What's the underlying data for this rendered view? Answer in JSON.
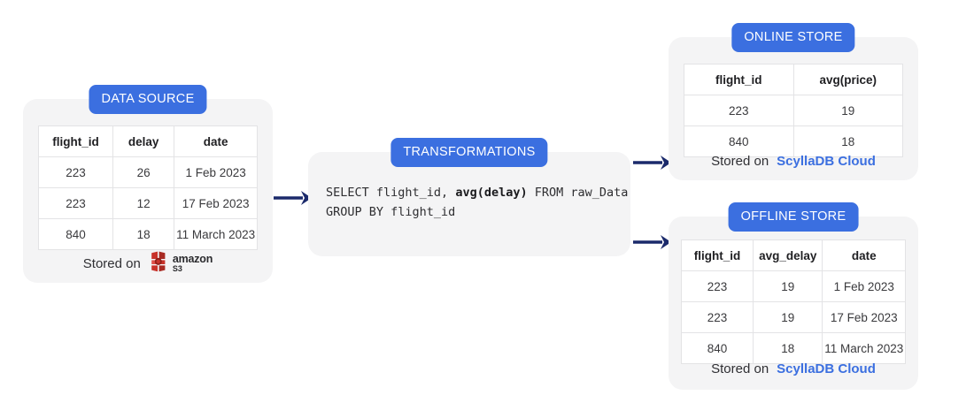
{
  "colors": {
    "badge_blue": "#3b6fe0",
    "brand_blue": "#3b6fe0",
    "card_gray": "#f4f4f5",
    "arrow_navy": "#1b2a6b",
    "s3_red": "#c8322a",
    "table_border": "#e3e3e5"
  },
  "data_source": {
    "badge": "DATA SOURCE",
    "table": {
      "columns": [
        "flight_id",
        "delay",
        "date"
      ],
      "rows": [
        [
          "223",
          "26",
          "1 Feb 2023"
        ],
        [
          "223",
          "12",
          "17 Feb 2023"
        ],
        [
          "840",
          "18",
          "11 March 2023"
        ]
      ]
    },
    "footer": {
      "prefix": "Stored on",
      "logo_name": "amazon-s3-logo",
      "logo_line1": "amazon",
      "logo_line2": "S3"
    }
  },
  "transformations": {
    "badge": "TRANSFORMATIONS",
    "sql_line1_pre": "SELECT flight_id, ",
    "sql_line1_bold": "avg(delay)",
    "sql_line1_post": " FROM raw_Data",
    "sql_line2": "GROUP BY flight_id"
  },
  "online_store": {
    "badge": "ONLINE STORE",
    "table": {
      "columns": [
        "flight_id",
        "avg(price)"
      ],
      "rows": [
        [
          "223",
          "19"
        ],
        [
          "840",
          "18"
        ]
      ]
    },
    "footer": {
      "prefix": "Stored on",
      "brand": "ScyllaDB Cloud"
    }
  },
  "offline_store": {
    "badge": "OFFLINE STORE",
    "table": {
      "columns": [
        "flight_id",
        "avg_delay",
        "date"
      ],
      "rows": [
        [
          "223",
          "19",
          "1 Feb 2023"
        ],
        [
          "223",
          "19",
          "17 Feb 2023"
        ],
        [
          "840",
          "18",
          "11 March 2023"
        ]
      ]
    },
    "footer": {
      "prefix": "Stored on",
      "brand": "ScyllaDB Cloud"
    }
  },
  "arrows": [
    {
      "name": "arrow-source-to-transform"
    },
    {
      "name": "arrow-transform-to-online"
    },
    {
      "name": "arrow-transform-to-offline"
    }
  ]
}
